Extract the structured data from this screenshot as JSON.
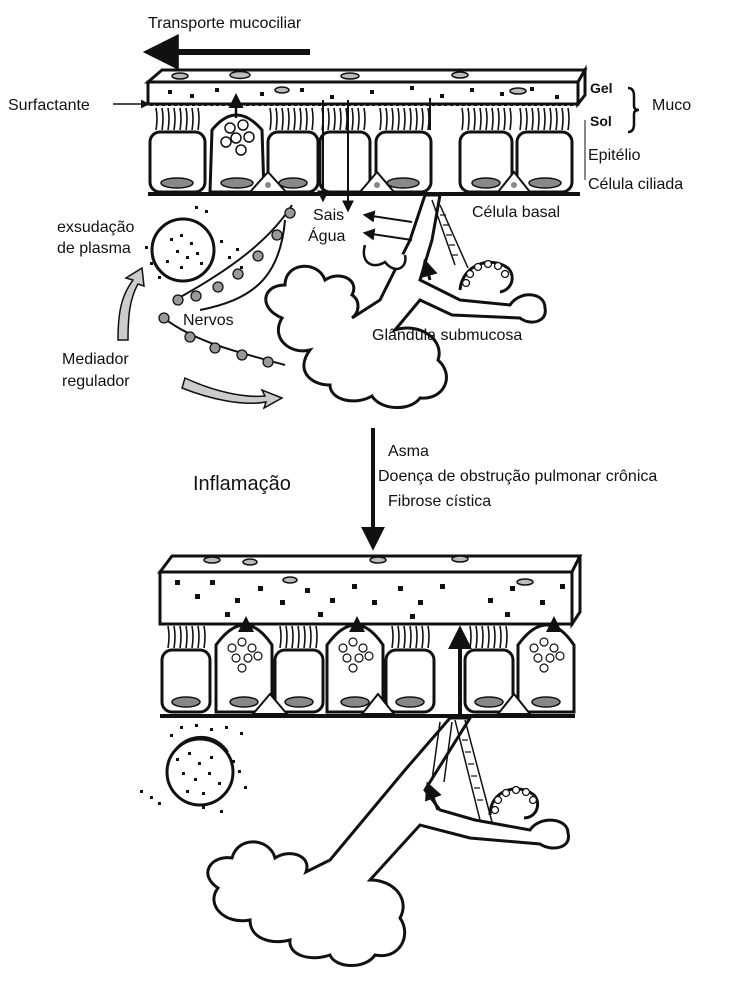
{
  "labels": {
    "mucociliary_transport": "Transporte mucociliar",
    "surfactant": "Surfactante",
    "gel": "Gel",
    "sol": "Sol",
    "mucus": "Muco",
    "epithelium": "Epitélio",
    "ciliated_cell": "Célula ciliada",
    "basal_cell": "Célula basal",
    "salts": "Sais",
    "water": "Água",
    "plasma_exudation_line1": "exsudação",
    "plasma_exudation_line2": "de plasma",
    "nerves": "Nervos",
    "submucosal_gland": "Glândula submucosa",
    "regulatory_mediator_line1": "Mediador",
    "regulatory_mediator_line2": "regulador",
    "inflammation": "Inflamação",
    "asthma": "Asma",
    "copd": "Doença de obstrução pulmonar crônica",
    "cystic_fibrosis": "Fibrose cística"
  }
}
